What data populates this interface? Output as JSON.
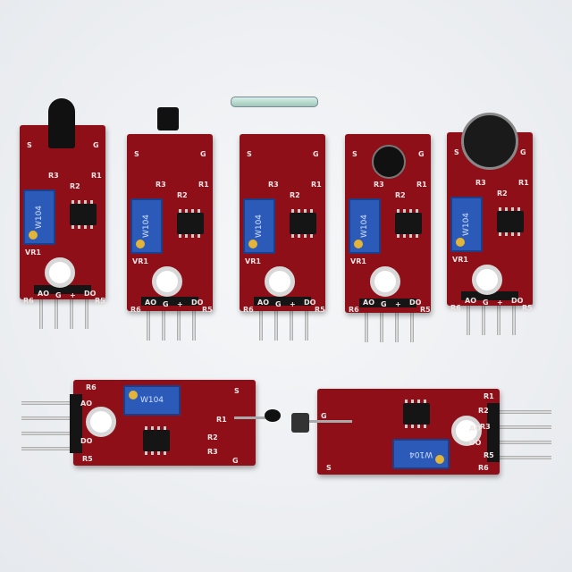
{
  "colors": {
    "board": "#8e0f17",
    "pot": "#2c5ab8",
    "background": "#eef0f3"
  },
  "boards": [
    {
      "name": "flame-sensor-module",
      "sensor": "ir-led",
      "pot_label": "W104",
      "labels": [
        "G",
        "S",
        "R1",
        "R3",
        "R2",
        "VR1",
        "AO",
        "DO",
        "R6",
        "R5",
        "+",
        "G"
      ]
    },
    {
      "name": "hall-sensor-module",
      "sensor": "transistor",
      "pot_label": "W104",
      "labels": [
        "G",
        "S",
        "R1",
        "R3",
        "R2",
        "VR1",
        "AO",
        "DO",
        "R6",
        "R5",
        "+",
        "G"
      ]
    },
    {
      "name": "reed-switch-module",
      "sensor": "reed-switch",
      "pot_label": "W104",
      "labels": [
        "G",
        "S",
        "R1",
        "R3",
        "R2",
        "VR1",
        "AO",
        "DO",
        "R6",
        "R5",
        "+",
        "G"
      ]
    },
    {
      "name": "small-sound-module",
      "sensor": "microphone-small",
      "pot_label": "W104",
      "labels": [
        "G",
        "S",
        "R1",
        "R3",
        "R2",
        "VR1",
        "AO",
        "DO",
        "R6",
        "R5",
        "+",
        "G"
      ]
    },
    {
      "name": "big-sound-module",
      "sensor": "microphone-large",
      "pot_label": "W104",
      "labels": [
        "G",
        "S",
        "R1",
        "R3",
        "R2",
        "VR1",
        "AO",
        "DO",
        "R6",
        "R5",
        "+",
        "G"
      ]
    },
    {
      "name": "thermistor-module",
      "sensor": "thermistor",
      "pot_label": "W104",
      "labels": [
        "R6",
        "AO",
        "DO",
        "R5",
        "G",
        "S",
        "R1",
        "R2",
        "R3"
      ]
    },
    {
      "name": "linear-hall-module",
      "sensor": "hall-ic",
      "pot_label": "W104",
      "labels": [
        "R1",
        "R2",
        "R3",
        "S",
        "G",
        "R5",
        "R6",
        "AO",
        "DO"
      ]
    }
  ]
}
